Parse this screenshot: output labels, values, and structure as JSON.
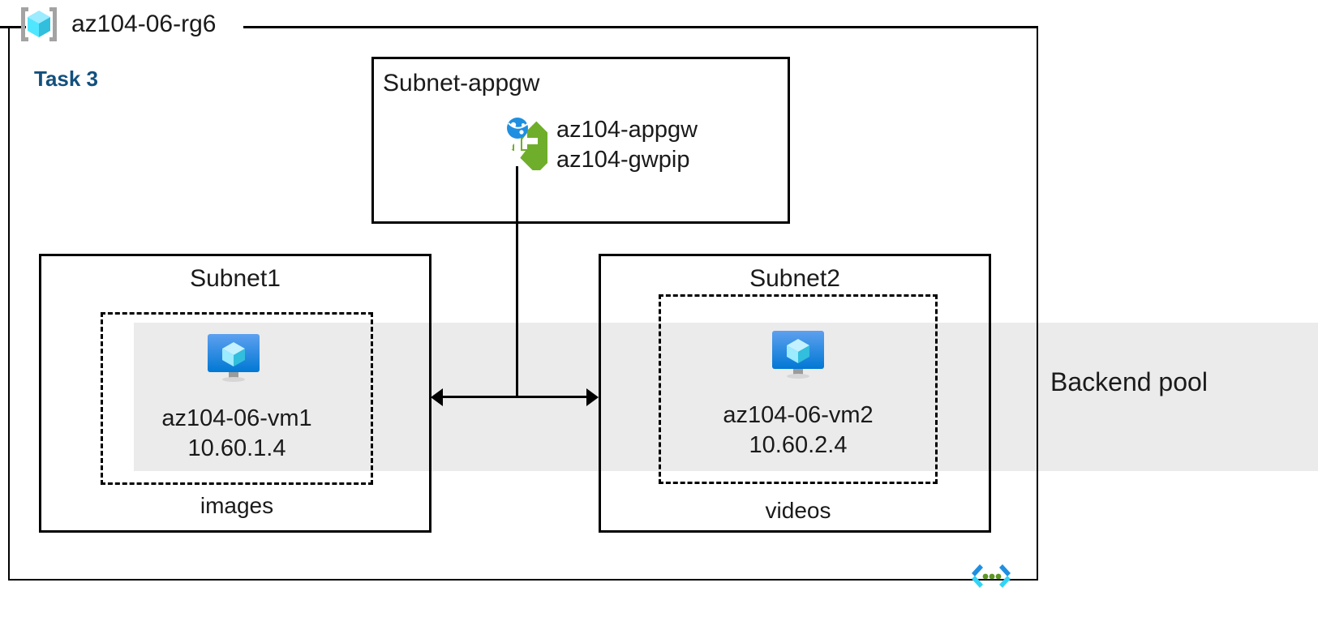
{
  "diagram": {
    "type": "azure-architecture",
    "resource_group": {
      "name": "az104-06-rg6",
      "icon": "resource-group-icon"
    },
    "task_label": "Task 3",
    "appgw_subnet": {
      "title": "Subnet-appgw",
      "icon": "application-gateway-icon",
      "resources": [
        "az104-appgw",
        "az104-gwpip"
      ],
      "resources_text": "az104-appgw\naz104-gwpip"
    },
    "subnets": [
      {
        "title": "Subnet1",
        "vm_icon": "virtual-machine-icon",
        "vm_name": "az104-06-vm1",
        "vm_ip": "10.60.1.4",
        "storage_label": "images"
      },
      {
        "title": "Subnet2",
        "vm_icon": "virtual-machine-icon",
        "vm_name": "az104-06-vm2",
        "vm_ip": "10.60.2.4",
        "storage_label": "videos"
      }
    ],
    "backend_pool": {
      "label": "Backend pool",
      "band_color": "#ebebeb"
    },
    "badge": {
      "icon": "code-chevron-icon"
    },
    "colors": {
      "task_text": "#13507d",
      "appgw_green": "#6fae2a",
      "vm_blue": "#0078d4",
      "cube_cyan": "#50e6ff",
      "band_gray": "#ebebeb",
      "border_black": "#000000"
    }
  }
}
